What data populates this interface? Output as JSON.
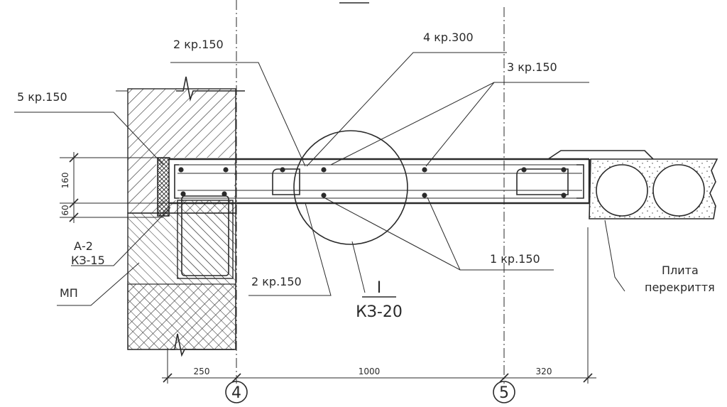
{
  "labels": {
    "bar2_top": "2 кр.150",
    "bar4": "4 кр.300",
    "bar3": "3 кр.150",
    "bar5": "5 кр.150",
    "bar1": "1 кр.150",
    "bar2_bottom": "2 кр.150",
    "a2": "А-2",
    "kz15": "КЗ-15",
    "mp": "МП",
    "plita_line1": "Плита",
    "plita_line2": "перекриття",
    "detail_mark": "I",
    "detail_sheet": "КЗ-20"
  },
  "dimensions": {
    "d160": "160",
    "d60": "60",
    "d250": "250",
    "d1000": "1000",
    "d320": "320"
  },
  "axes": {
    "axis4": "4",
    "axis5": "5"
  }
}
